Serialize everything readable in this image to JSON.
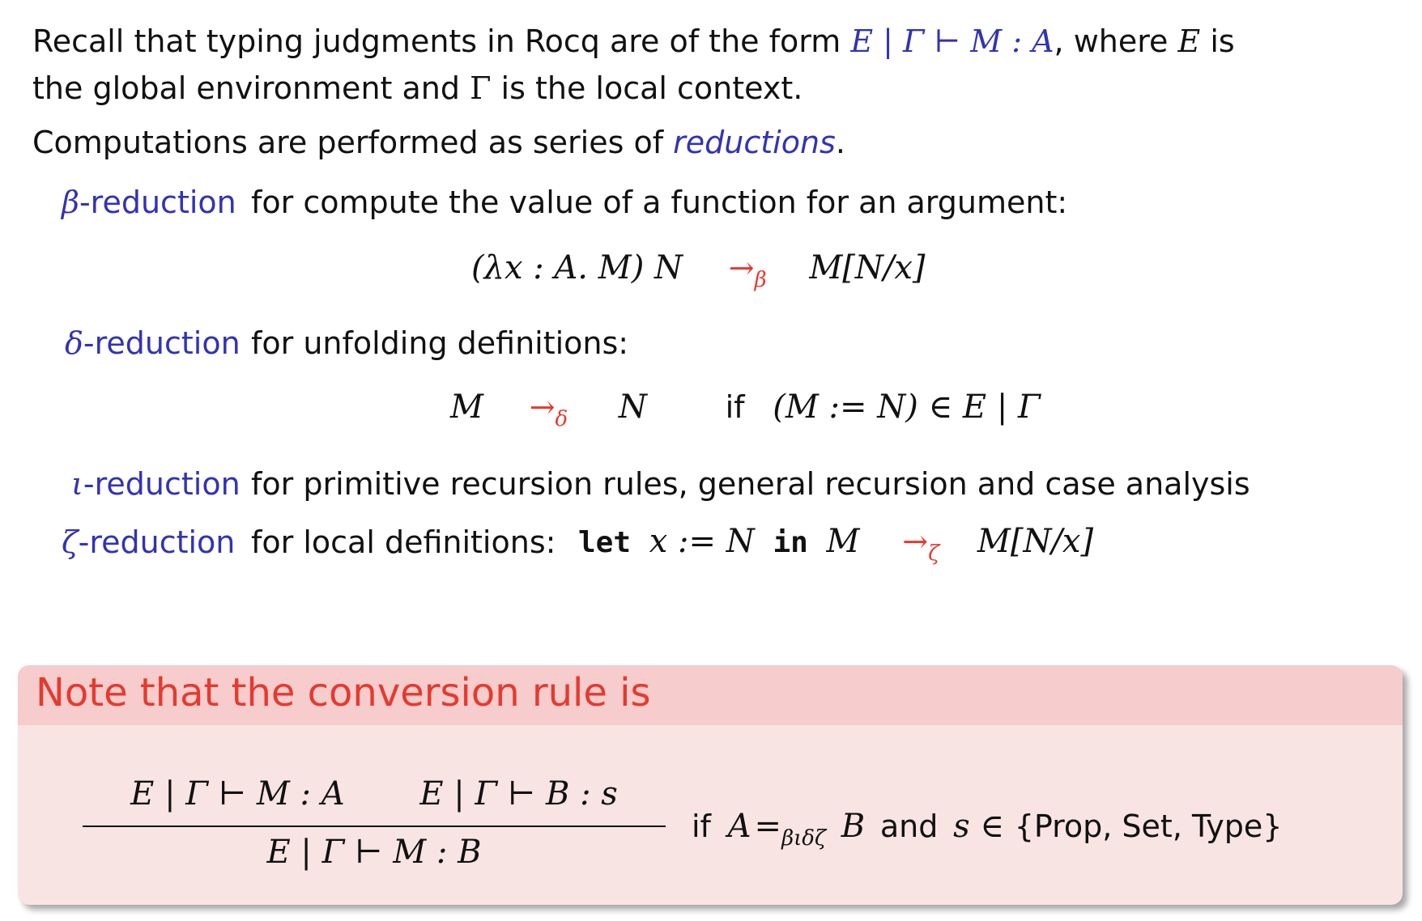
{
  "intro": {
    "line1_a": "Recall that typing judgments in Rocq are of the form ",
    "judgment": "E | Γ ⊢ M : A",
    "line1_b": ", where ",
    "e_var": "E",
    "line1_c": " is",
    "line2_a": "the global environment and ",
    "gamma": "Γ",
    "line2_b": " is the local context."
  },
  "computations": {
    "text_a": "Computations are performed as series of ",
    "emph": "reductions",
    "text_b": "."
  },
  "beta": {
    "greek": "β",
    "label_suffix": "-reduction",
    "desc": "for compute the value of a function for an argument:",
    "lhs": "(λx : A. M) N",
    "arrow": "→",
    "sub": "β",
    "rhs": "M[N/x]"
  },
  "delta": {
    "greek": "δ",
    "label_suffix": "-reduction",
    "desc": "for unfolding definitions:",
    "lhs": "M",
    "arrow": "→",
    "sub": "δ",
    "rhs": "N",
    "if": "if",
    "cond": "(M := N) ∈ E | Γ"
  },
  "iota": {
    "greek": "ι",
    "label_suffix": "-reduction",
    "desc": "for primitive recursion rules, general recursion and case analysis"
  },
  "zeta": {
    "greek": "ζ",
    "label_suffix": "-reduction",
    "desc": "for local definitions:",
    "kw_let": "let",
    "mid": "x := N",
    "kw_in": "in",
    "m": "M",
    "arrow": "→",
    "sub": "ζ",
    "rhs": "M[N/x]"
  },
  "note": {
    "title": "Note that the conversion rule is",
    "premise1": "E | Γ ⊢ M : A",
    "premise2": "E | Γ ⊢ B : s",
    "conclusion": "E | Γ ⊢ M : B",
    "if": "if",
    "a": "A",
    "eq": "=",
    "eq_sub": "βιδζ",
    "b": "B",
    "and": "and",
    "s_in": "s ∈",
    "sorts": "{Prop, Set, Type}"
  },
  "colors": {
    "blue": "#3333b3",
    "red": "#e53a2f",
    "box_bg": "#f9e4e4",
    "box_head": "#f6cccc"
  }
}
